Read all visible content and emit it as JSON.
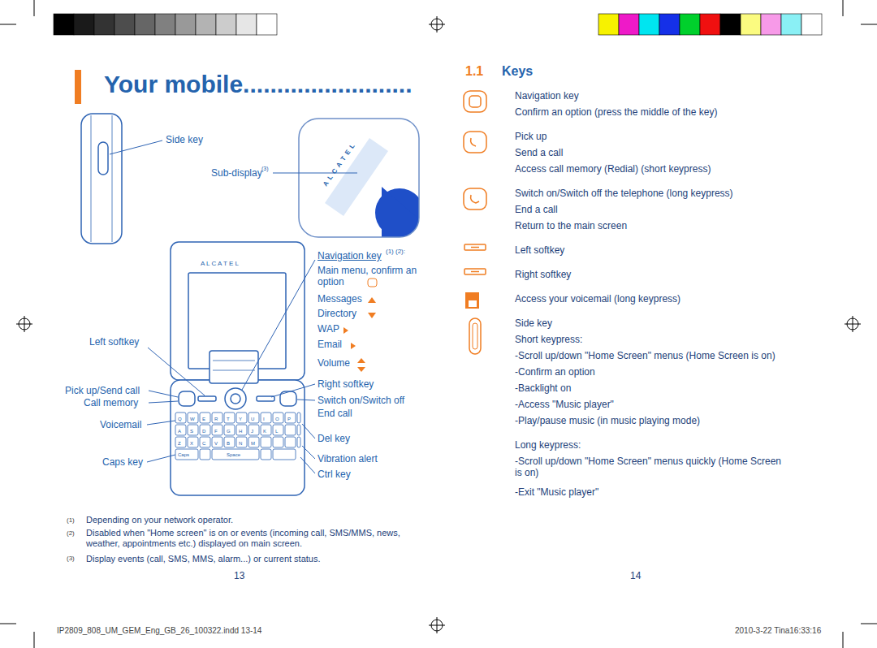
{
  "diagram": {
    "title": "Your mobile.........................",
    "labels": [
      "Side key",
      "Sub-display",
      "(3)",
      "A L C A T E L",
      "A L C A T E L",
      "Navigation key",
      "(1) (2):",
      "Main menu, confirm an option",
      "Messages",
      "Directory",
      "WAP",
      "Email",
      "Volume",
      "Left softkey",
      "Right softkey",
      "Pick up/Send call",
      "Call memory",
      "Switch on/Switch off",
      "End call",
      "Voicemail",
      "Del key",
      "Caps key",
      "Vibration alert",
      "Ctrl key",
      "(1)",
      "Depending on your network operator.",
      "(2)",
      "Disabled when \"Home screen\" is on or events (incoming call, SMS/MMS, news, weather, appointments etc.) displayed on main screen.",
      "(3)",
      "Display events (call, SMS, MMS, alarm...) or current status.",
      "13",
      "1.1",
      "Keys",
      "Navigation key",
      "Confirm an option (press the middle of the key)",
      "Pick up",
      "Send a call",
      "Access call memory (Redial) (short keypress)",
      "Switch on/Switch off the telephone (long keypress)",
      "End a call",
      "Return to the main screen",
      "Left softkey",
      "Right softkey",
      "Access your voicemail (long keypress)",
      "Side key",
      "Short keypress:",
      "-Scroll up/down \"Home Screen\" menus (Home Screen is on)",
      "-Confirm an option",
      "-Backlight on",
      "-Access \"Music player\"",
      "-Play/pause music (in music playing mode)",
      "Long keypress:",
      "-Scroll up/down \"Home Screen\" menus quickly (Home Screen is on)",
      "-Exit \"Music player\"",
      "14",
      "IP2809_808_UM_GEM_Eng_GB_26_100322.indd   13-14",
      "2010-3-22   Tina16:33:16",
      "Q",
      "W",
      "E",
      "R",
      "T",
      "Y",
      "U",
      "I",
      "O",
      "P",
      "A",
      "S",
      "D",
      "F",
      "G",
      "H",
      "J",
      "K",
      "L",
      "Z",
      "X",
      "C",
      "V",
      "B",
      "N",
      "M",
      "Caps",
      "Space"
    ]
  }
}
